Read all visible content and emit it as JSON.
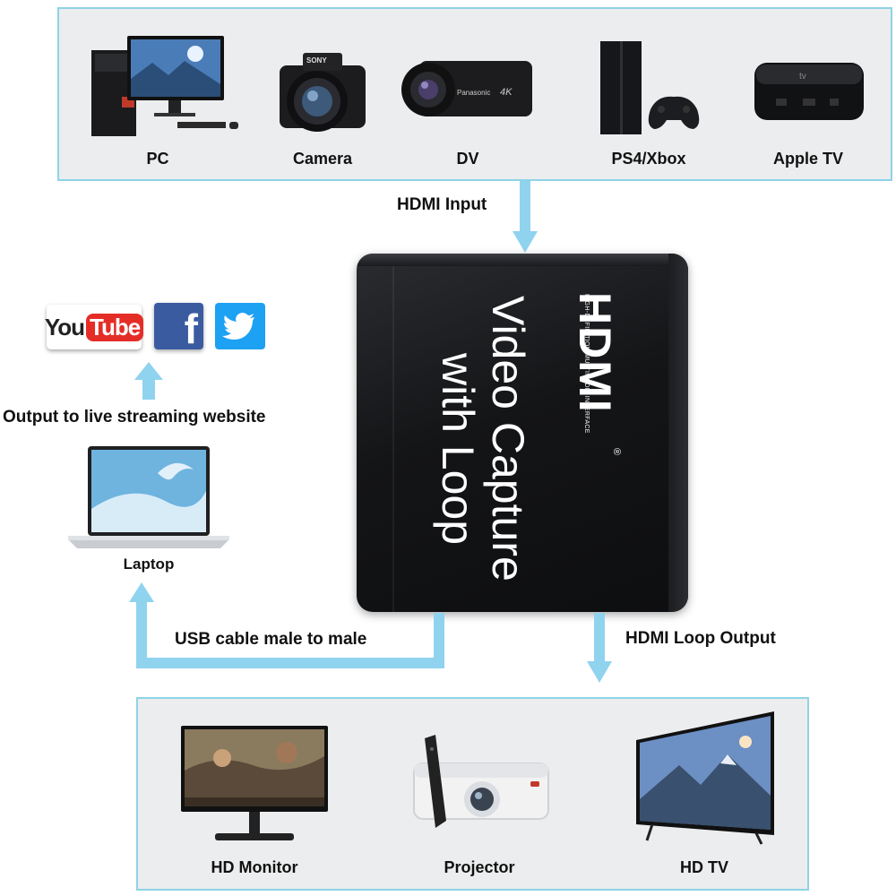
{
  "top_devices": [
    {
      "name": "pc",
      "label": "PC"
    },
    {
      "name": "camera",
      "label": "Camera"
    },
    {
      "name": "dv",
      "label": "DV"
    },
    {
      "name": "ps4",
      "label": "PS4/Xbox"
    },
    {
      "name": "appletv",
      "label": "Apple TV"
    }
  ],
  "bottom_devices": [
    {
      "name": "monitor",
      "label": "HD Monitor"
    },
    {
      "name": "projector",
      "label": "Projector"
    },
    {
      "name": "tv",
      "label": "HD TV"
    }
  ],
  "flow": {
    "hdmi_input": "HDMI Input",
    "streaming": "Output to live streaming website",
    "laptop": "Laptop",
    "usb": "USB cable male to male",
    "loop_output": "HDMI Loop Output"
  },
  "capture_box": {
    "title_line1": "Video  Capture",
    "title_line2": "with Loop",
    "logo": "HDMI",
    "logo_sub": "HIGH-DEFINITION MULTIMEDIA INTERFACE",
    "reg": "®"
  },
  "social": {
    "youtube_you": "You",
    "youtube_tube": "Tube",
    "facebook": "f"
  },
  "device_text": {
    "camera_brand": "SONY",
    "dv_brand": "Panasonic",
    "dv_4k": "4K",
    "appletv_logo": "tv"
  },
  "colors": {
    "arrow": "#8fd3ef",
    "panel_border": "#8fd3e6",
    "youtube_red": "#e52d27",
    "facebook_blue": "#3b5ba0",
    "twitter_blue": "#1da1f2"
  }
}
